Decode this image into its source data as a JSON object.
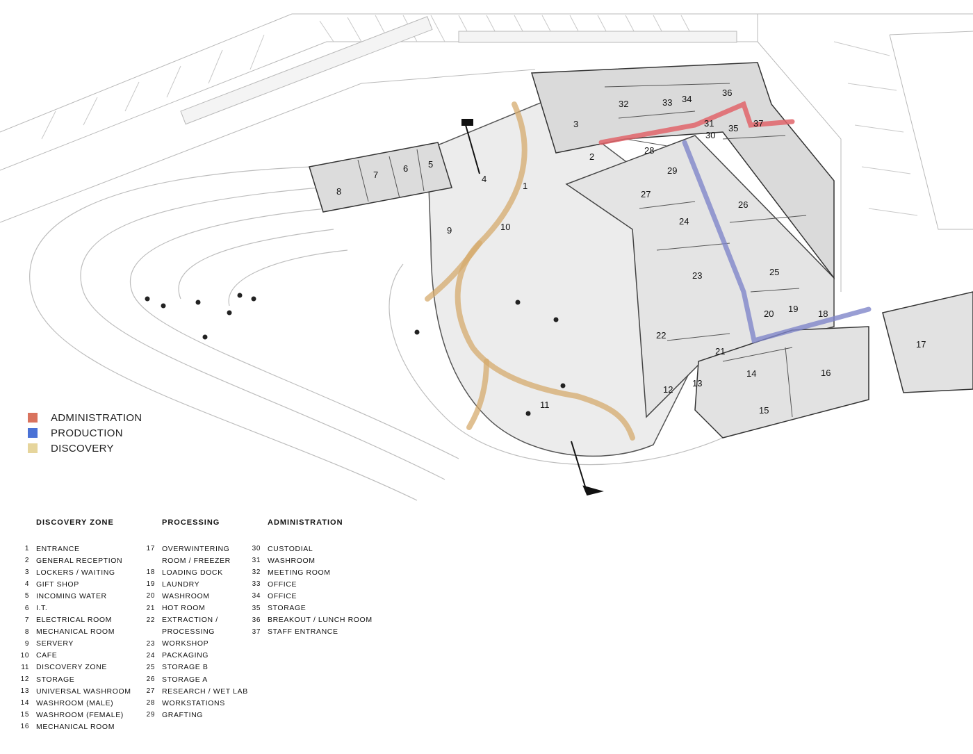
{
  "legend": [
    {
      "label": "ADMINISTRATION",
      "color": "#d9735e"
    },
    {
      "label": "PRODUCTION",
      "color": "#4a72d6"
    },
    {
      "label": "DISCOVERY",
      "color": "#e6d59c"
    }
  ],
  "flow_colors": {
    "administration": "#e0646a",
    "production": "#7f86c9",
    "discovery": "#d6ab6e"
  },
  "rooms": [
    "1",
    "2",
    "3",
    "4",
    "5",
    "6",
    "7",
    "8",
    "9",
    "10",
    "11",
    "12",
    "13",
    "14",
    "15",
    "16",
    "17",
    "18",
    "19",
    "20",
    "21",
    "22",
    "23",
    "24",
    "25",
    "26",
    "27",
    "28",
    "29",
    "30",
    "31",
    "32",
    "33",
    "34",
    "35",
    "36",
    "37"
  ],
  "schedule": [
    {
      "heading": "DISCOVERY ZONE",
      "items": [
        {
          "num": "1",
          "name": "ENTRANCE"
        },
        {
          "num": "2",
          "name": "GENERAL RECEPTION"
        },
        {
          "num": "3",
          "name": "LOCKERS / WAITING"
        },
        {
          "num": "4",
          "name": "GIFT SHOP"
        },
        {
          "num": "5",
          "name": "INCOMING WATER"
        },
        {
          "num": "6",
          "name": "I.T."
        },
        {
          "num": "7",
          "name": "ELECTRICAL ROOM"
        },
        {
          "num": "8",
          "name": "MECHANICAL ROOM"
        },
        {
          "num": "9",
          "name": "SERVERY"
        },
        {
          "num": "10",
          "name": "CAFE"
        },
        {
          "num": "11",
          "name": "DISCOVERY ZONE"
        },
        {
          "num": "12",
          "name": "STORAGE"
        },
        {
          "num": "13",
          "name": "UNIVERSAL WASHROOM"
        },
        {
          "num": "14",
          "name": "WASHROOM (MALE)"
        },
        {
          "num": "15",
          "name": "WASHROOM (FEMALE)"
        },
        {
          "num": "16",
          "name": "MECHANICAL ROOM"
        }
      ]
    },
    {
      "heading": "PROCESSING",
      "items": [
        {
          "num": "17",
          "name": "OVERWINTERING"
        },
        {
          "num": "",
          "name": "ROOM / FREEZER"
        },
        {
          "num": "18",
          "name": "LOADING DOCK"
        },
        {
          "num": "19",
          "name": "LAUNDRY"
        },
        {
          "num": "20",
          "name": "WASHROOM"
        },
        {
          "num": "21",
          "name": "HOT ROOM"
        },
        {
          "num": "22",
          "name": "EXTRACTION /"
        },
        {
          "num": "",
          "name": "PROCESSING"
        },
        {
          "num": "23",
          "name": "WORKSHOP"
        },
        {
          "num": "24",
          "name": "PACKAGING"
        },
        {
          "num": "25",
          "name": "STORAGE B"
        },
        {
          "num": "26",
          "name": "STORAGE A"
        },
        {
          "num": "27",
          "name": "RESEARCH / WET LAB"
        },
        {
          "num": "28",
          "name": "WORKSTATIONS"
        },
        {
          "num": "29",
          "name": "GRAFTING"
        }
      ]
    },
    {
      "heading": "ADMINISTRATION",
      "items": [
        {
          "num": "30",
          "name": "CUSTODIAL"
        },
        {
          "num": "31",
          "name": "WASHROOM"
        },
        {
          "num": "32",
          "name": "MEETING ROOM"
        },
        {
          "num": "33",
          "name": "OFFICE"
        },
        {
          "num": "34",
          "name": "OFFICE"
        },
        {
          "num": "35",
          "name": "STORAGE"
        },
        {
          "num": "36",
          "name": "BREAKOUT / LUNCH ROOM"
        },
        {
          "num": "37",
          "name": "STAFF ENTRANCE"
        }
      ]
    }
  ]
}
